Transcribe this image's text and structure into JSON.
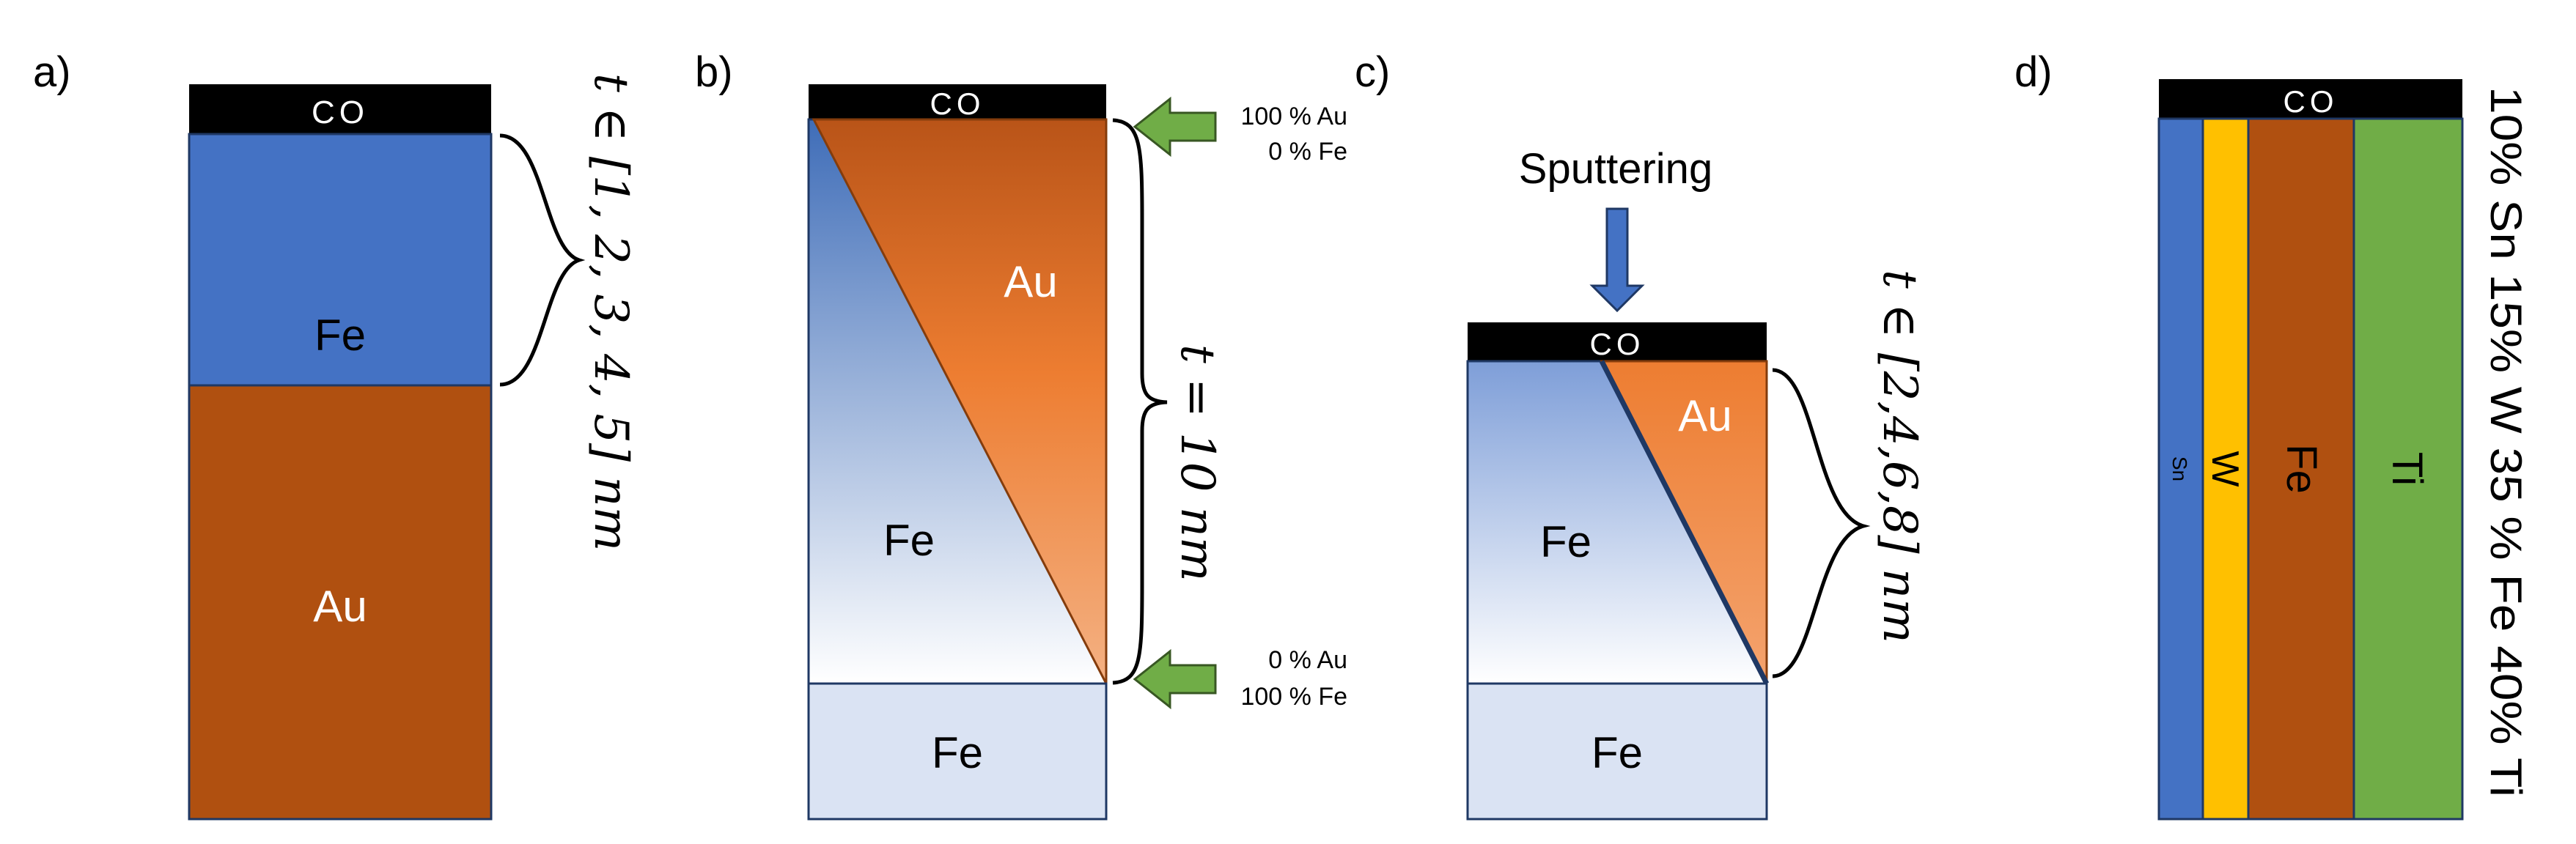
{
  "panels": {
    "a": {
      "label": "a)",
      "top_layer": "CO",
      "layers": [
        "Fe",
        "Au"
      ],
      "thickness_text": "t ∈ [1, 2, 3, 4, 5] nm"
    },
    "b": {
      "label": "b)",
      "top_layer": "CO",
      "gradient_top_layer": "Au",
      "gradient_bottom_layer": "Fe",
      "substrate": "Fe",
      "top_composition": [
        "100 % Au",
        "0 % Fe"
      ],
      "bottom_composition": [
        "0 % Au",
        "100 % Fe"
      ],
      "thickness_text": "t = 10 nm"
    },
    "c": {
      "label": "c)",
      "process": "Sputtering",
      "top_layer": "CO",
      "gradient_top_layer": "Au",
      "gradient_bottom_layer": "Fe",
      "substrate": "Fe",
      "thickness_text": "t ∈ [2,4,6,8] nm"
    },
    "d": {
      "label": "d)",
      "top_layer": "CO",
      "columns": [
        "Sn",
        "W",
        "Fe",
        "Ti"
      ],
      "composition_text": "10% Sn 15% W 35 % Fe 40% Ti"
    }
  },
  "colors": {
    "co": "#000000",
    "fe": "#4472C4",
    "au": "#B05010",
    "au_orange": "#ED7D31",
    "fe_light": "#DAE3F3",
    "w": "#FFC000",
    "ti": "#70AD47",
    "arrow_green": "#70AD47",
    "edge": "#1F3864"
  }
}
